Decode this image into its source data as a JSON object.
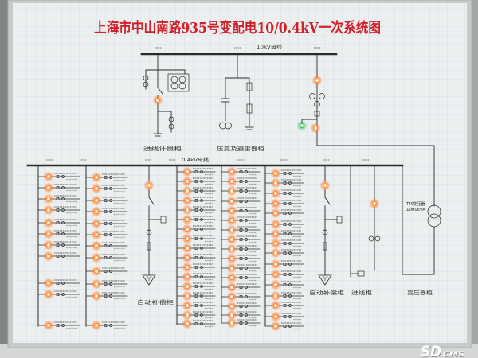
{
  "board": {
    "title": "上海市中山南路935号变配电10/0.4kV一次系统图",
    "title_color": "#d0202a"
  },
  "labels": {
    "bus_10kv": "10kV母线",
    "bus_04kv": "0.4kV母线",
    "incoming_metering_cabinet": "进线计量柜",
    "pt_arrester_cabinet": "压变及避雷器柜",
    "auto_compensation_cabinet_1": "自动补偿柜",
    "auto_compensation_cabinet_2": "自动补偿柜",
    "incoming_cabinet": "进线柜",
    "transformer_cabinet": "变压器柜",
    "transformer_name": "TM变压器",
    "transformer_rating": "1000kVA"
  },
  "watermark": {
    "main": "SD",
    "sub": "CMS"
  },
  "colors": {
    "wiring": "#2b2b2b",
    "indicator_lit": "#ff8a3a",
    "indicator_green": "#3ccf6a",
    "board_face": "#eceff0"
  }
}
